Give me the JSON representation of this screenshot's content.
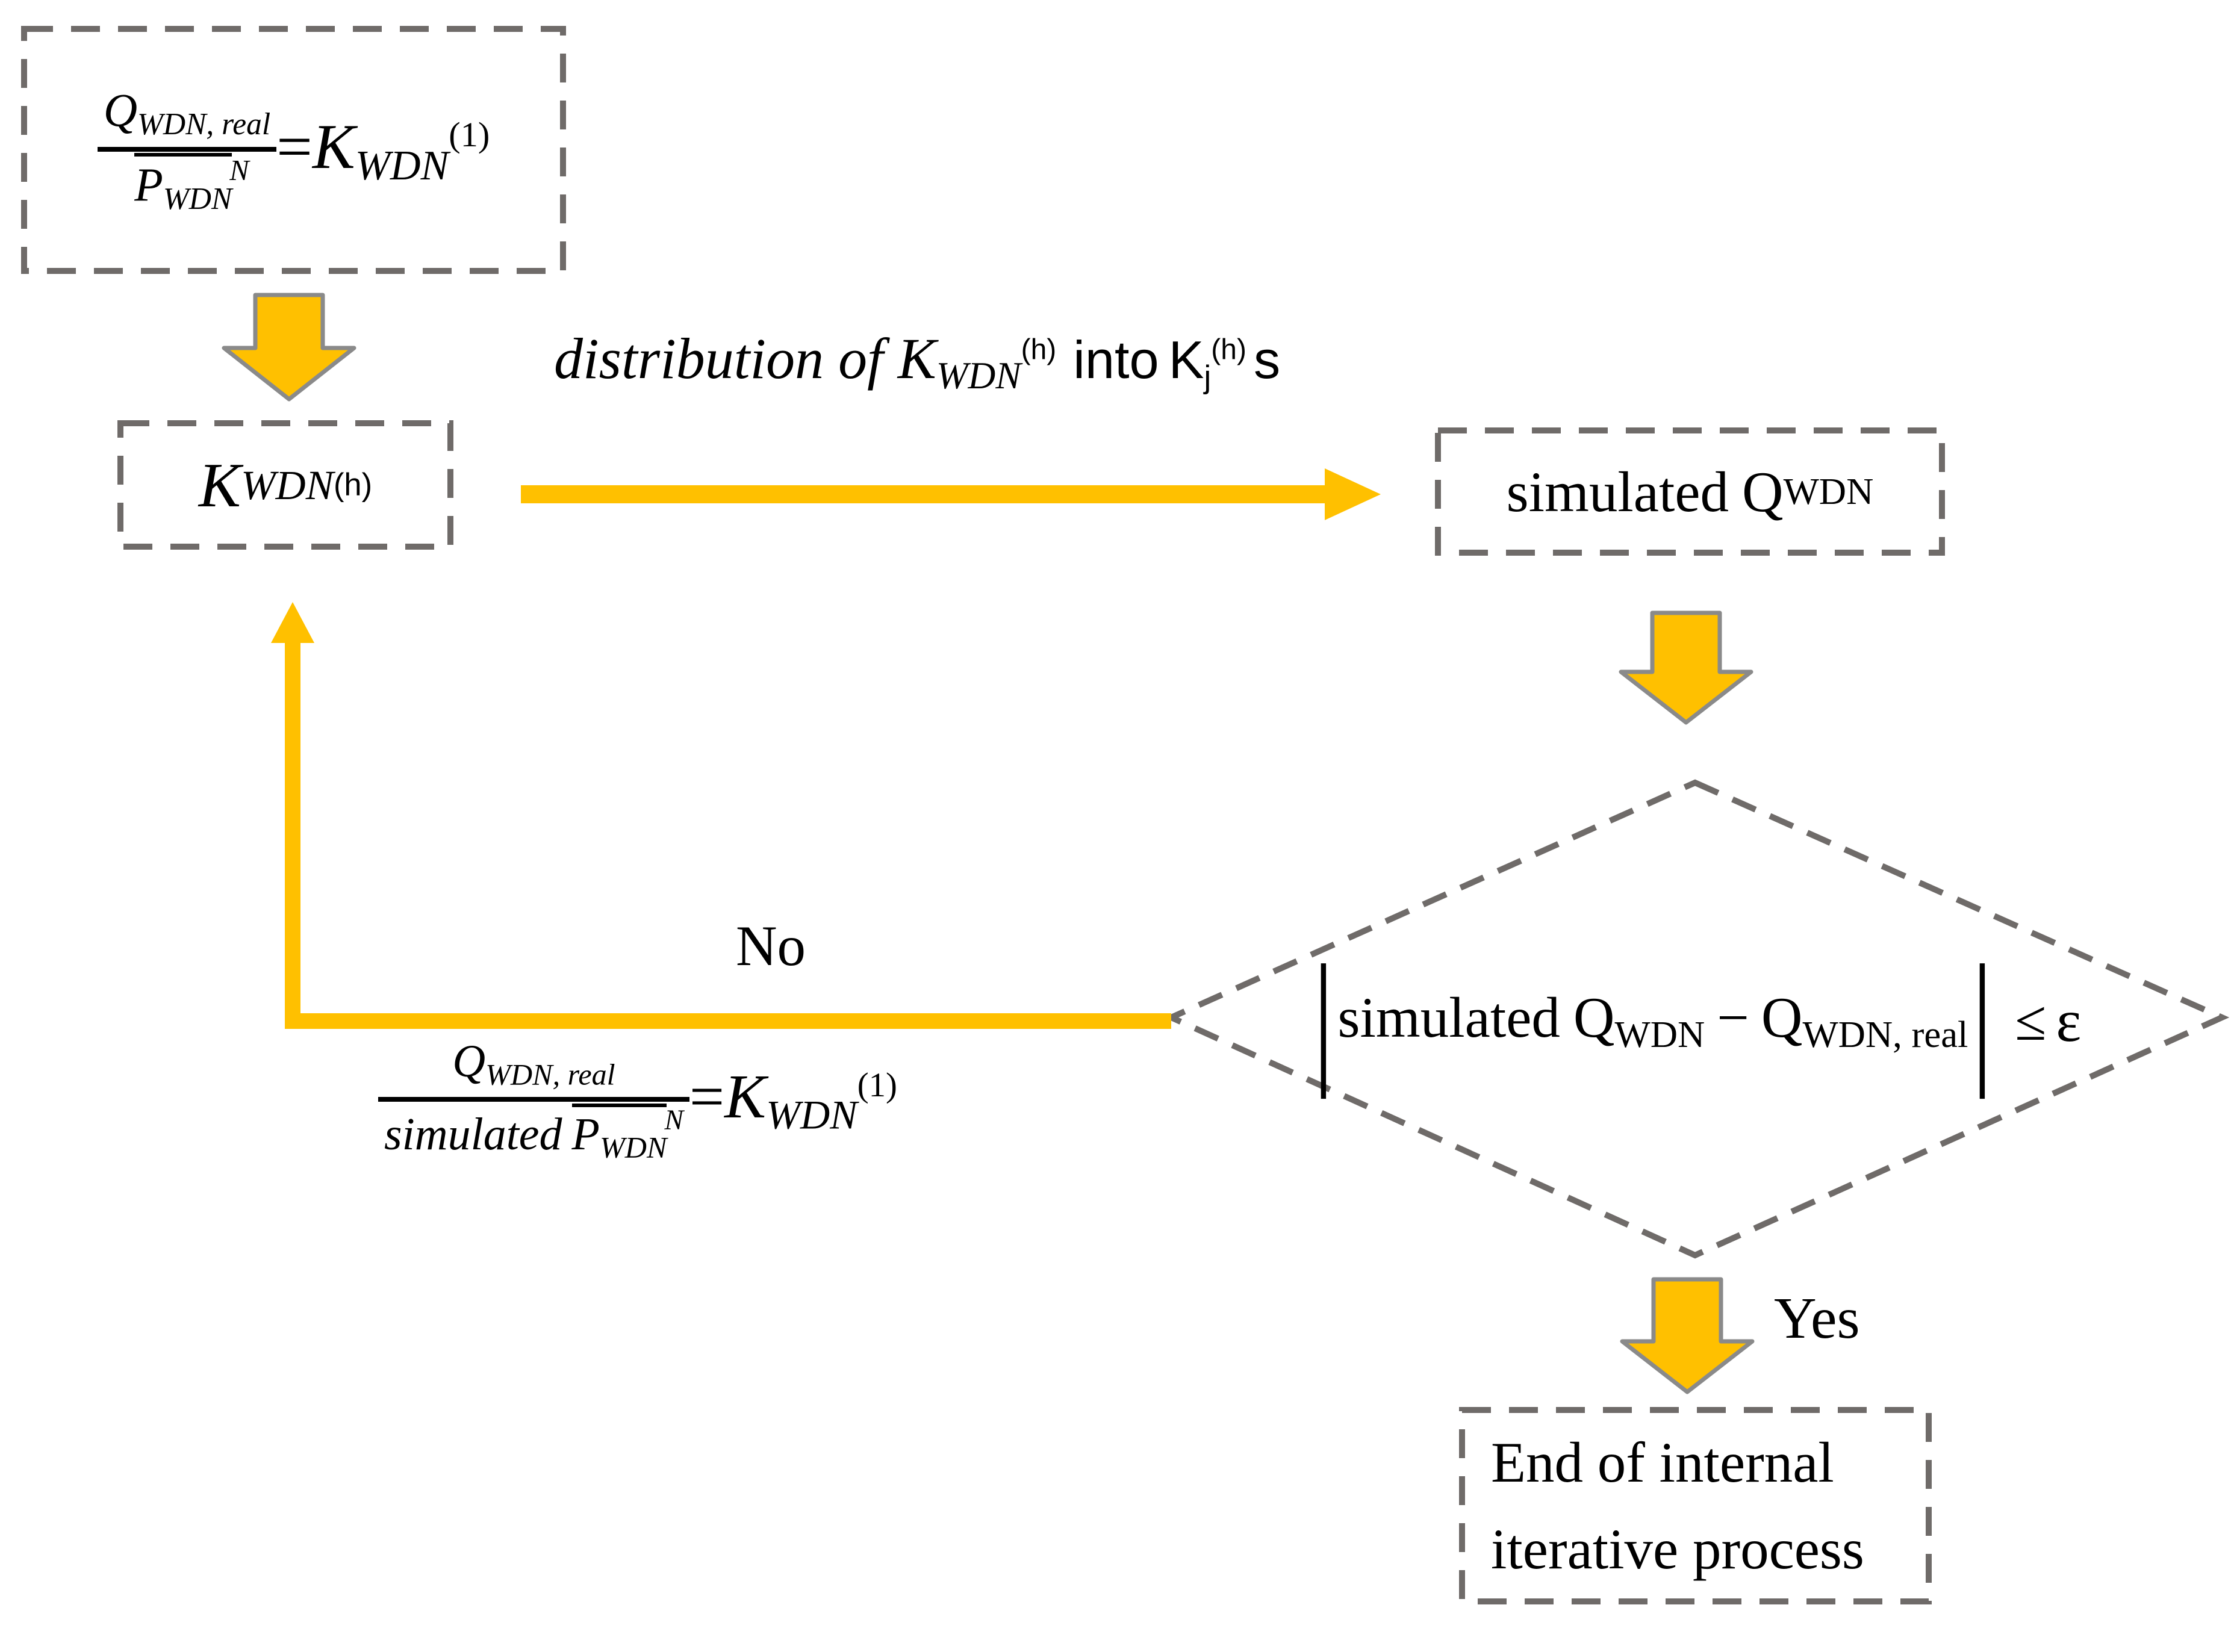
{
  "colors": {
    "accent": "#FFC000",
    "arrow_outline": "#8A8A8A",
    "dashed_border": "#6F6B69",
    "text": "#000000",
    "background": "#FFFFFF"
  },
  "initial_box": {
    "formula": {
      "num_base": "Q",
      "num_sub": "WDN, real",
      "den_prefix": "",
      "den_base": "P",
      "den_sub": "WDN",
      "den_exp": "N",
      "equals": "=",
      "rhs_base": "K",
      "rhs_sub": "WDN",
      "rhs_sup": "(1)"
    }
  },
  "k_box": {
    "base": "K",
    "sub": "WDN",
    "sup": "(h)"
  },
  "distribution_label": {
    "lead": "distribution of ",
    "k_base": "K",
    "k_sub": "WDN",
    "k_sup": "(h)",
    "into": "into",
    "kj_base": "K",
    "kj_sub": "j",
    "kj_sup": "(h)",
    "trail": "s"
  },
  "simulated_box": {
    "prefix": "simulated",
    "base": "Q",
    "sub": "WDN"
  },
  "decision": {
    "open_bar": "|",
    "lhs_prefix": "simulated",
    "lhs_base": "Q",
    "lhs_sub": "WDN",
    "operator": "−",
    "rhs_base": "Q",
    "rhs_sub": "WDN, real",
    "close_bar": "|",
    "comparator": "≤",
    "threshold": "ε"
  },
  "no_branch": {
    "label": "No",
    "formula": {
      "num_base": "Q",
      "num_sub": "WDN, real",
      "den_prefix": "simulated",
      "den_base": "P",
      "den_sub": "WDN",
      "den_exp": "N",
      "equals": "=",
      "rhs_base": "K",
      "rhs_sub": "WDN",
      "rhs_sup": "(1)"
    }
  },
  "yes_branch": {
    "label": "Yes"
  },
  "end_box": {
    "line1": "End of internal",
    "line2": "iterative process"
  }
}
